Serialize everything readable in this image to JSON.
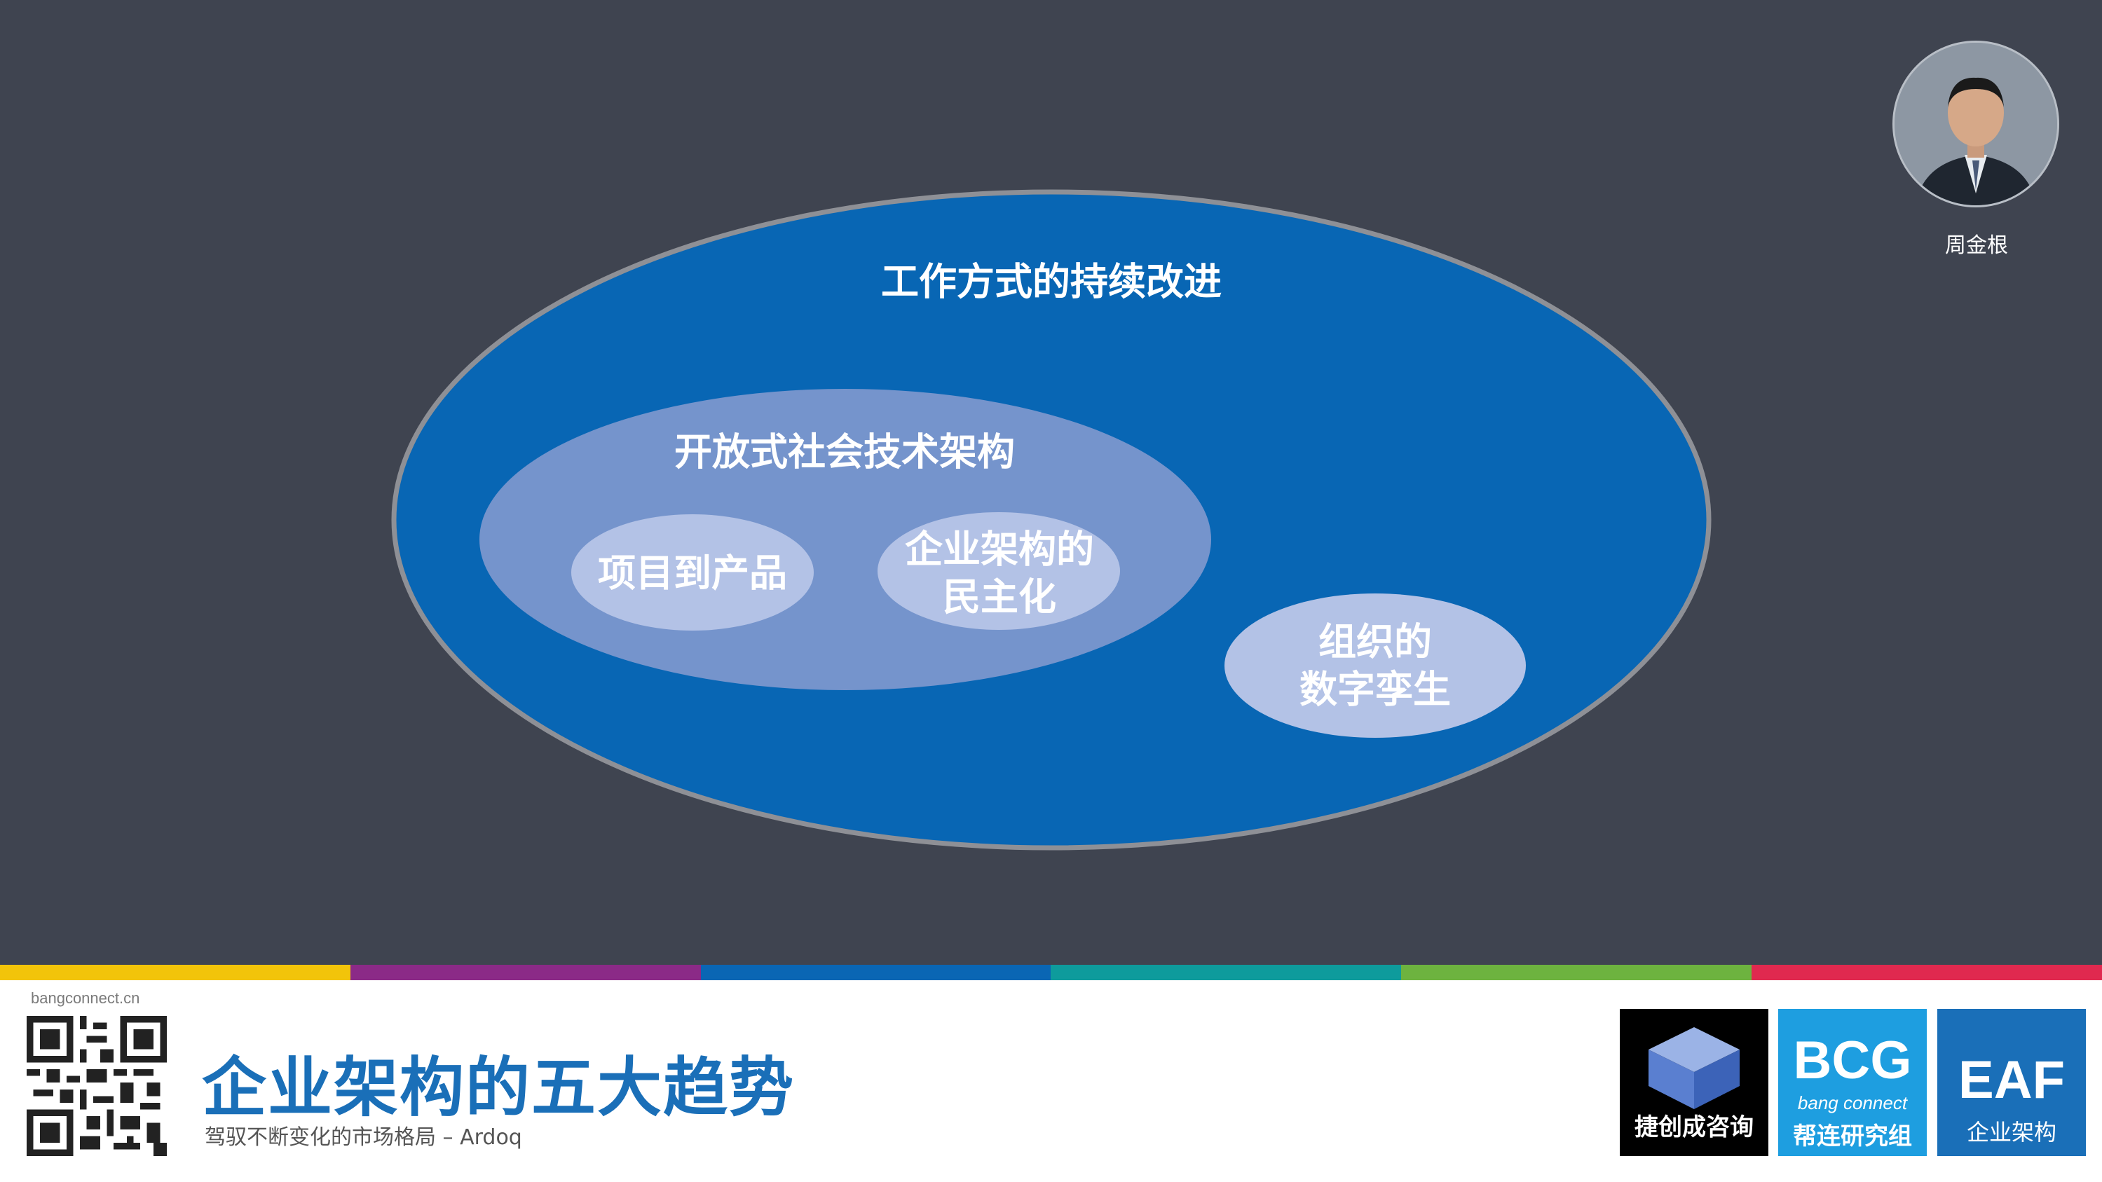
{
  "diagram": {
    "outer_label": "工作方式的持续改进",
    "middle_label": "开放式社会技术架构",
    "inner_a": "项目到产品",
    "inner_b": "企业架构的\n民主化",
    "inner_c": "组织的\n数字孪生"
  },
  "presenter": {
    "name": "周金根"
  },
  "footer": {
    "site_url": "bangconnect.cn",
    "title": "企业架构的五大趋势",
    "subtitle": "驾驭不断变化的市场格局  – Ardoq"
  },
  "logos": {
    "jcc_label": "捷创成咨询",
    "bcg_big": "BCG",
    "bcg_sub": "bang connect",
    "bcg_cn": "帮连研究组",
    "eaf_big": "EAF",
    "eaf_cn": "企业架构"
  },
  "colors": {
    "background": "#3f4450",
    "outer_ellipse": "#0866b4",
    "middle_ellipse": "#7594cc",
    "inner_ellipse": "#b3c2e6",
    "title_blue": "#1a6fb8",
    "strip": [
      "#f2c40a",
      "#8b2a87",
      "#0a66b4",
      "#0e9b9c",
      "#6db33f",
      "#e0294f"
    ]
  },
  "icons": [
    "qr-code-icon",
    "cube-logo-icon",
    "presenter-avatar"
  ]
}
